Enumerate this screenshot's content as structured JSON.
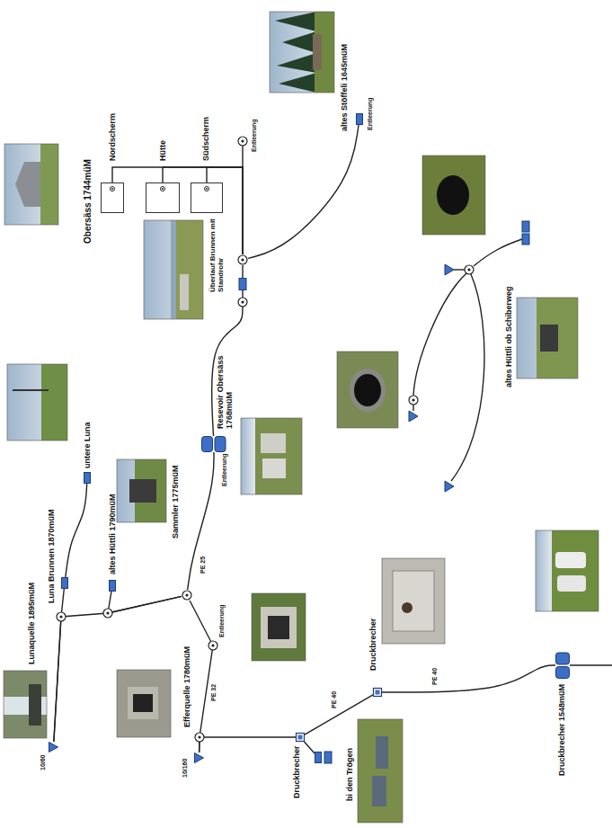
{
  "diagram": {
    "nodes": [
      {
        "text": [
          "Lunaquelle 1895müM",
          "10/60"
        ]
      },
      {
        "text": [
          "Luna Brunnen 1870müM"
        ]
      },
      {
        "text": [
          "untere Luna"
        ]
      },
      {
        "text": [
          "altes Hüttli 1790müM"
        ]
      },
      {
        "text": [
          "Sammler 1775müM"
        ]
      },
      {
        "text": [
          "Efferquelle 1780müM",
          "10/160"
        ]
      },
      {
        "text": [
          "Resevoir Obersäss 1768müM"
        ]
      },
      {
        "text": [
          "Überlauf Brunnen mit Standrohr"
        ]
      },
      {
        "text": [
          "Südscherm"
        ]
      },
      {
        "text": [
          "Hütte"
        ]
      },
      {
        "text": [
          "Nordscherm"
        ]
      },
      {
        "text": [
          "altes Stöffeli 1645müM"
        ]
      },
      {
        "text": [
          "Druckbrecher"
        ]
      },
      {
        "text": [
          "bi den Trögen"
        ]
      },
      {
        "text": [
          "Druckbrecher"
        ]
      },
      {
        "text": [
          "Druckbrecher 1548müM"
        ]
      }
    ],
    "edges": [
      {
        "from": 0,
        "to": 1,
        "arrow": "none"
      },
      {
        "from": 1,
        "to": 2,
        "arrow": "none"
      },
      {
        "from": 0,
        "to": 4,
        "arrow": "none"
      },
      {
        "from": 3,
        "to": 4,
        "arrow": "none"
      },
      {
        "from": 5,
        "to": 4,
        "label": "PE 32",
        "arrow": "none"
      },
      {
        "from": 4,
        "to": 6,
        "label": "PE 25",
        "arrow": "none"
      },
      {
        "from": 6,
        "to": 7,
        "arrow": "none"
      },
      {
        "from": 7,
        "to": 8,
        "arrow": "none"
      },
      {
        "from": 7,
        "to": 9,
        "arrow": "none"
      },
      {
        "from": 7,
        "to": 10,
        "arrow": "none"
      },
      {
        "from": 7,
        "to": 11,
        "arrow": "none"
      },
      {
        "from": 5,
        "to": 12,
        "arrow": "none"
      },
      {
        "from": 12,
        "to": 13,
        "arrow": "none"
      },
      {
        "from": 12,
        "to": 14,
        "label": "PE 40",
        "arrow": "none"
      },
      {
        "from": 14,
        "to": 15,
        "label": "PE 40",
        "arrow": "none"
      }
    ],
    "labels": [
      "Obersäss 1744müM",
      "Entleerung",
      "Entleerung",
      "Entleerung",
      "Entleerung",
      "altes Hüttli ob Schiberweg"
    ]
  }
}
